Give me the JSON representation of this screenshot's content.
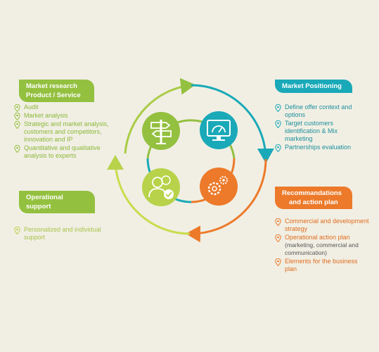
{
  "colors": {
    "green": "#94c040",
    "teal": "#1aa9b8",
    "orange": "#ec7a2a",
    "background": "#f1efe4"
  },
  "sections": {
    "market_research": {
      "title_line1": "Market research",
      "title_line2": "Product / Service",
      "items": [
        "Audit",
        "Market analysis",
        "Strategic and market analysis, customers and competitors, innovation and IP",
        "Quantitative and qualitative analysis to experts"
      ]
    },
    "market_positioning": {
      "title": "Market Positioning",
      "items": [
        "Define offer context and options",
        "Target customers identification & Mix marketing",
        "Partnerships evaluation"
      ]
    },
    "operational_support": {
      "title": "Operational support",
      "items": [
        "Personalized and individual support"
      ]
    },
    "recommendations": {
      "title_line1": "Recommandations",
      "title_line2": "and action plan",
      "items": [
        {
          "text": "Commercial and development strategy",
          "sub": ""
        },
        {
          "text": "Operational action plan",
          "sub": "(marketing, commercial and communication)"
        },
        {
          "text": "Elements for the business plan",
          "sub": ""
        }
      ]
    }
  },
  "icons": {
    "top_left": "signpost-icon",
    "top_right": "monitor-gauge-icon",
    "bottom_left": "users-check-icon",
    "bottom_right": "gears-icon"
  }
}
